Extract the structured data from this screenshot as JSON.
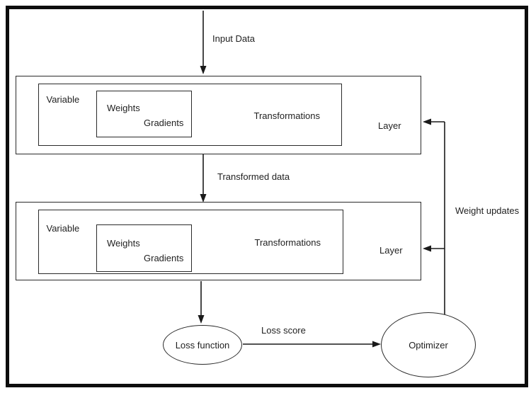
{
  "diagram": {
    "flow_labels": {
      "input_data": "Input Data",
      "transformed_data": "Transformed data",
      "weight_updates": "Weight updates",
      "loss_score": "Loss score"
    },
    "layers": [
      {
        "name": "Layer",
        "variable": "Variable",
        "weights": "Weights",
        "gradients": "Gradients",
        "transformations": "Transformations"
      },
      {
        "name": "Layer",
        "variable": "Variable",
        "weights": "Weights",
        "gradients": "Gradients",
        "transformations": "Transformations"
      }
    ],
    "nodes": {
      "loss_function": "Loss function",
      "optimizer": "Optimizer"
    },
    "colors": {
      "line": "#1a1a1a",
      "frame": "#0d0d0d",
      "background": "#ffffff"
    }
  }
}
